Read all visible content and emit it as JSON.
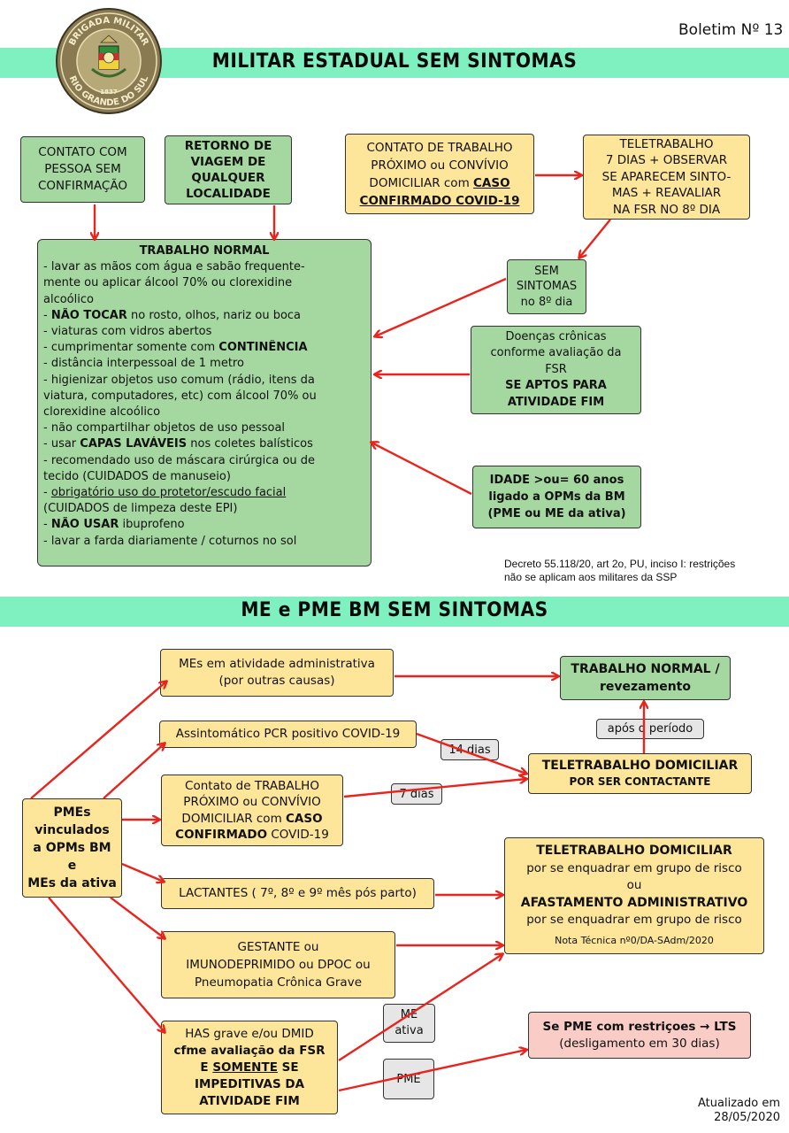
{
  "header": {
    "bulletin": "Boletim Nº 13",
    "title_top": "MILITAR ESTADUAL SEM SINTOMAS",
    "title_mid": "ME e PME BM SEM SINTOMAS",
    "seal": {
      "top_text": "BRIGADA MILITAR",
      "bottom_text": "RIO GRANDE DO SUL",
      "year": "1837"
    }
  },
  "top": {
    "box_contato": [
      "CONTATO COM",
      "PESSOA SEM",
      "CONFIRMAÇÃO"
    ],
    "box_retorno": [
      "RETORNO DE",
      "VIAGEM DE",
      "QUALQUER",
      "LOCALIDADE"
    ],
    "box_trabalho_proximo": {
      "l1": "CONTATO DE TRABALHO",
      "l2": "PRÓXIMO ou CONVÍVIO",
      "l3a": "DOMICILIAR com ",
      "l3b": "CASO",
      "l4": "CONFIRMADO COVID-19"
    },
    "box_teletrabalho": [
      "TELETRABALHO",
      "7 DIAS + OBSERVAR",
      "SE APARECEM SINTO-",
      "MAS + REAVALIAR",
      "NA FSR NO 8º DIA"
    ],
    "box_sem_sintomas": [
      "SEM",
      "SINTOMAS",
      "no 8º dia"
    ],
    "box_doencas": {
      "l1": "Doenças crônicas",
      "l2": "conforme avaliação da",
      "l3": "FSR",
      "l4": "SE APTOS PARA",
      "l5": "ATIVIDADE FIM"
    },
    "box_idade": [
      "IDADE >ou= 60 anos",
      "ligado a OPMs da BM",
      "(PME ou ME da ativa)"
    ],
    "decreto": [
      "Decreto 55.118/20, art 2o, PU, inciso I: restrições",
      "não se aplicam aos militares da SSP"
    ],
    "trabalho_normal": {
      "title": "TRABALHO NORMAL",
      "l1": "- lavar as mãos com água e sabão frequente-",
      "l2": "mente ou aplicar álcool 70% ou clorexidine",
      "l3": "alcoólico",
      "l4a": "- ",
      "l4b": "NÃO TOCAR",
      "l4c": " no rosto, olhos, nariz ou boca",
      "l5": "- viaturas com vidros abertos",
      "l6a": "- cumprimentar somente com ",
      "l6b": "CONTINÊNCIA",
      "l7": "- distância interpessoal de 1 metro",
      "l8": "- higienizar objetos uso comum (rádio, itens da",
      "l9": "viatura, computadores, etc) com álcool 70% ou",
      "l10": "clorexidine alcoólico",
      "l11": "- não compartilhar objetos de uso pessoal",
      "l12a": "- usar ",
      "l12b": "CAPAS LAVÁVEIS",
      "l12c": " nos coletes balísticos",
      "l13": "- recomendado uso de máscara cirúrgica ou de",
      "l14": "tecido (CUIDADOS de manuseio)",
      "l15a": "- ",
      "l15b": "obrigatório uso do protetor/escudo facial",
      "l16": "(CUIDADOS de limpeza deste EPI)",
      "l17a": "- ",
      "l17b": "NÃO USAR",
      "l17c": " ibuprofeno",
      "l18": " - lavar a farda diariamente / coturnos no sol"
    }
  },
  "bottom": {
    "pmes": [
      "PMEs",
      "vinculados",
      "a OPMs BM",
      "e",
      "MEs da ativa"
    ],
    "admin": [
      "MEs em atividade administrativa",
      "(por outras causas)"
    ],
    "pcr": "Assintomático PCR positivo COVID-19",
    "contato": {
      "l1": "Contato de TRABALHO",
      "l2": "PRÓXIMO ou CONVÍVIO",
      "l3a": "DOMICILIAR com ",
      "l3b": "CASO",
      "l4a": "CONFIRMADO",
      "l4b": " COVID-19"
    },
    "lactantes": "LACTANTES ( 7º, 8º e 9º mês pós parto)",
    "gestante": [
      "GESTANTE ou",
      "IMUNODEPRIMIDO ou DPOC ou",
      "Pneumopatia Crônica Grave"
    ],
    "has": {
      "l1": "HAS grave e/ou DMID",
      "l2": "cfme avaliação da FSR",
      "l3a": "E ",
      "l3b": "SOMENTE",
      "l3c": " SE",
      "l4": "IMPEDITIVAS DA",
      "l5": "ATIVIDADE FIM"
    },
    "trabalho_normal": [
      "TRABALHO NORMAL /",
      "revezamento"
    ],
    "apos": "após o período",
    "dias14": "14 dias",
    "dias7": "7 dias",
    "teletrab_dom": [
      "TELETRABALHO DOMICILIAR",
      "POR SER CONTACTANTE"
    ],
    "grupo_risco": {
      "l1": "TELETRABALHO DOMICILIAR",
      "l2": "por se enquadrar em grupo de risco",
      "l3": "ou",
      "l4": "AFASTAMENTO ADMINISTRATIVO",
      "l5": "por se enquadrar em grupo de risco",
      "l6": "Nota Técnica nº0/DA-SAdm/2020"
    },
    "me_ativa": [
      "ME",
      "ativa"
    ],
    "pme": "PME",
    "lts": [
      "Se PME com restriçoes → LTS",
      "(desligamento em 30 dias)"
    ],
    "updated": [
      "Atualizado em",
      "28/05/2020"
    ]
  },
  "colors": {
    "band": "#7ff0c0",
    "green_box": "#a5d8a0",
    "yellow_box": "#fde59a",
    "pink_box": "#f9cdc5",
    "arrow": "#e8241c"
  }
}
